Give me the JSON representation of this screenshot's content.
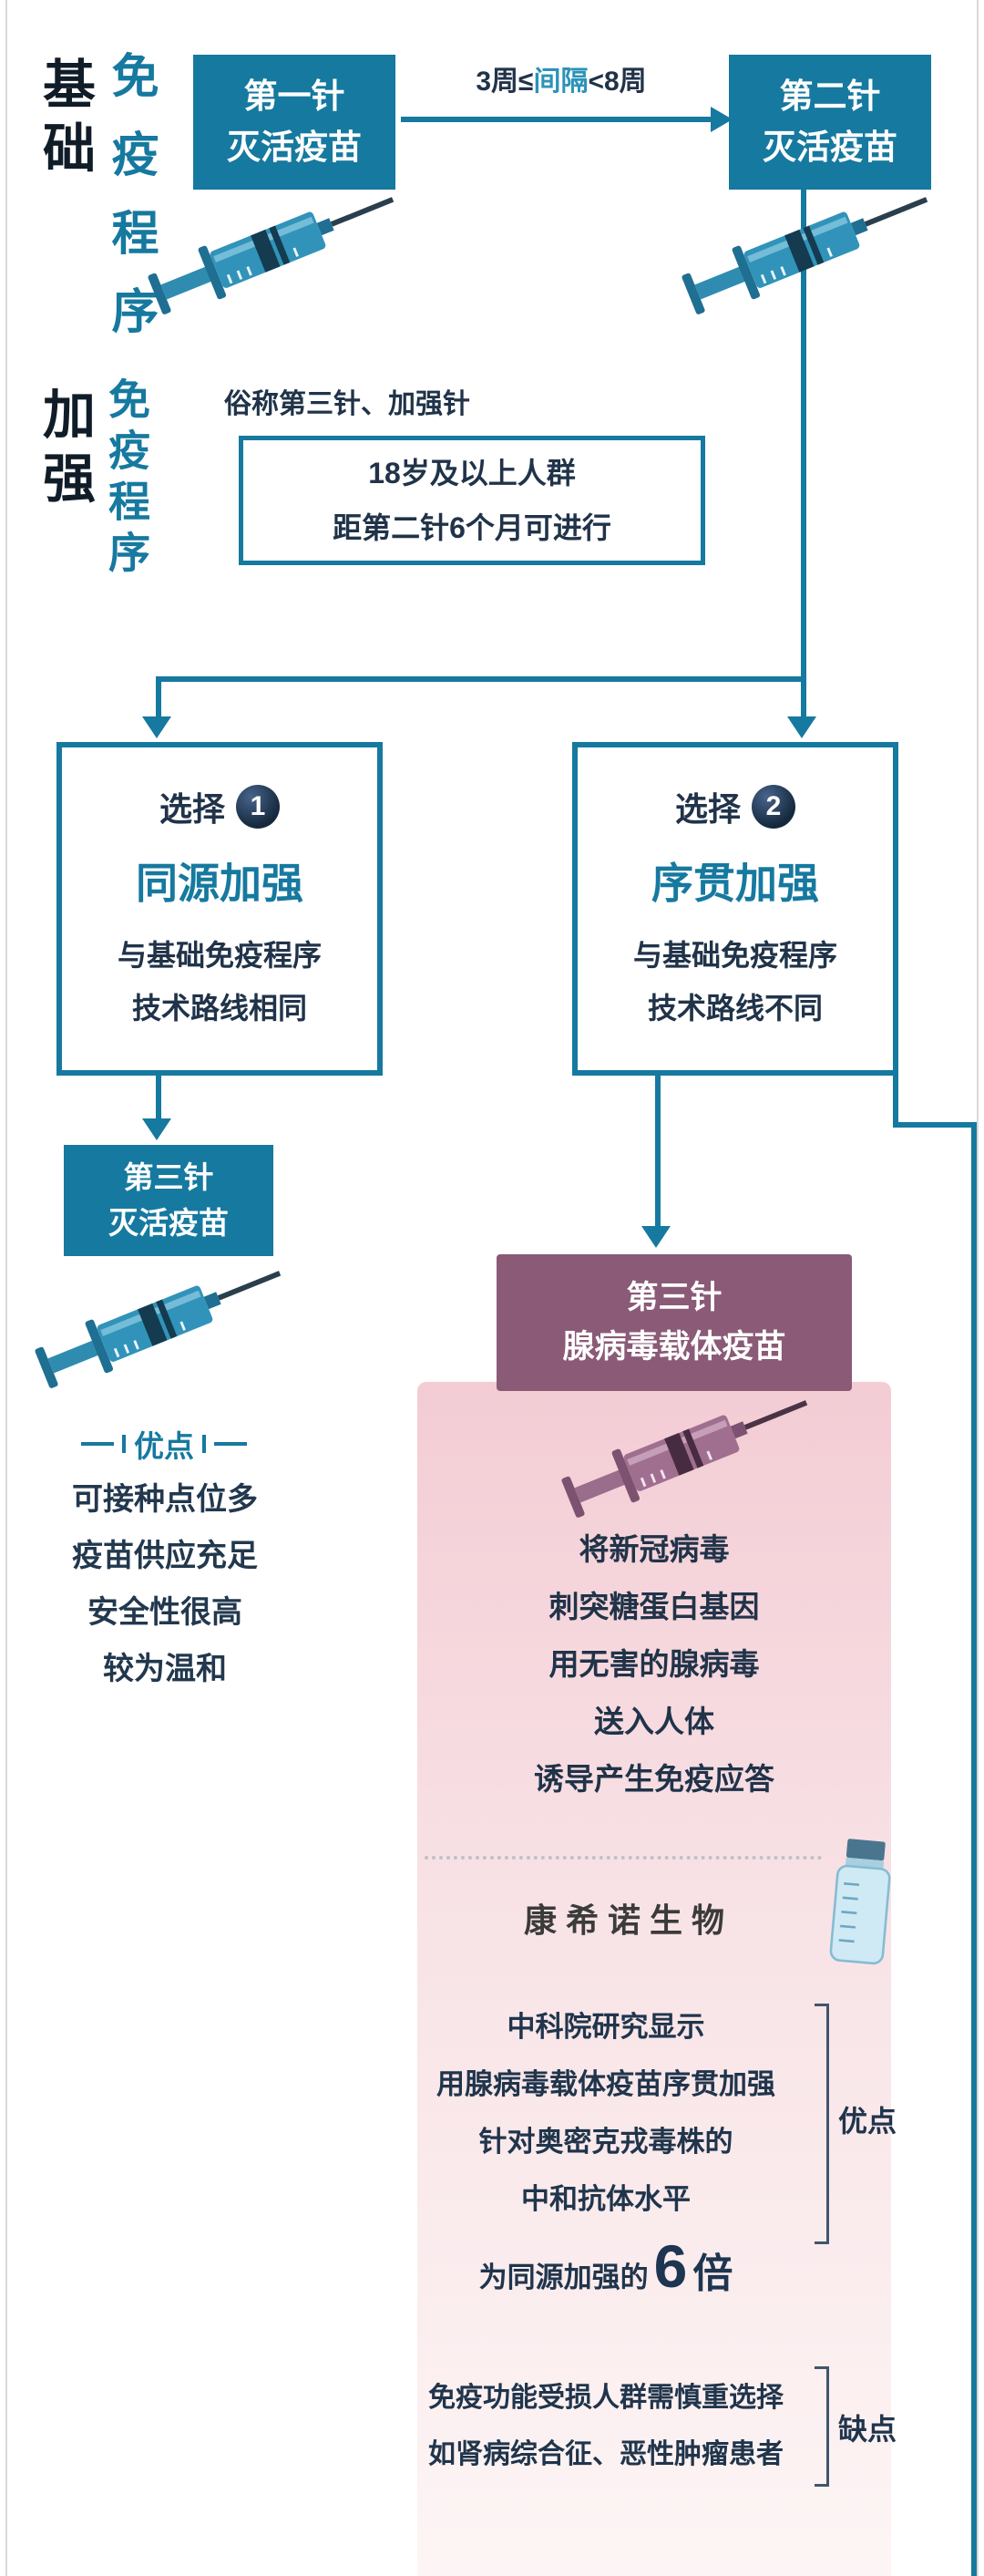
{
  "colors": {
    "teal": "#16799f",
    "teal_light": "#2b93b8",
    "dark_text": "#203349",
    "navy": "#15212c",
    "purple": "#8a5a76",
    "pink_panel_top": "#f3ccd4",
    "pink_panel_bottom": "#fdf5f5"
  },
  "sections": {
    "basic": {
      "side_primary": "基础",
      "side_secondary": "免疫程序",
      "dose1_line1": "第一针",
      "dose1_line2": "灭活疫苗",
      "interval_pre": "3周≤",
      "interval_mid": "间隔",
      "interval_post": "<8周",
      "dose2_line1": "第二针",
      "dose2_line2": "灭活疫苗"
    },
    "booster": {
      "side_primary": "加强",
      "side_secondary": "免疫程序",
      "alias": "俗称第三针、加强针",
      "eligibility1": "18岁及以上人群",
      "eligibility2": "距第二针6个月可进行"
    }
  },
  "option1": {
    "choice_label": "选择",
    "number": "1",
    "title": "同源加强",
    "desc1": "与基础免疫程序",
    "desc2": "技术路线相同",
    "dose_line1": "第三针",
    "dose_line2": "灭活疫苗",
    "pros_title": "优点",
    "pros": [
      "可接种点位多",
      "疫苗供应充足",
      "安全性很高",
      "较为温和"
    ]
  },
  "option2": {
    "choice_label": "选择",
    "number": "2",
    "title": "序贯加强",
    "desc1": "与基础免疫程序",
    "desc2": "技术路线不同",
    "dose_line1": "第三针",
    "dose_line2": "腺病毒载体疫苗",
    "mechanism": [
      "将新冠病毒",
      "刺突糖蛋白基因",
      "用无害的腺病毒",
      "送入人体",
      "诱导产生免疫应答"
    ],
    "brand": "康希诺生物",
    "pros_title": "优点",
    "pros": [
      "中科院研究显示",
      "用腺病毒载体疫苗序贯加强",
      "针对奥密克戎毒株的",
      "中和抗体水平"
    ],
    "pros_highlight_pre": "为同源加强的",
    "pros_highlight_value": "6",
    "pros_highlight_unit": "倍",
    "cons_title": "缺点",
    "cons": [
      "免疫功能受损人群需慎重选择",
      "如肾病综合征、恶性肿瘤患者"
    ]
  }
}
